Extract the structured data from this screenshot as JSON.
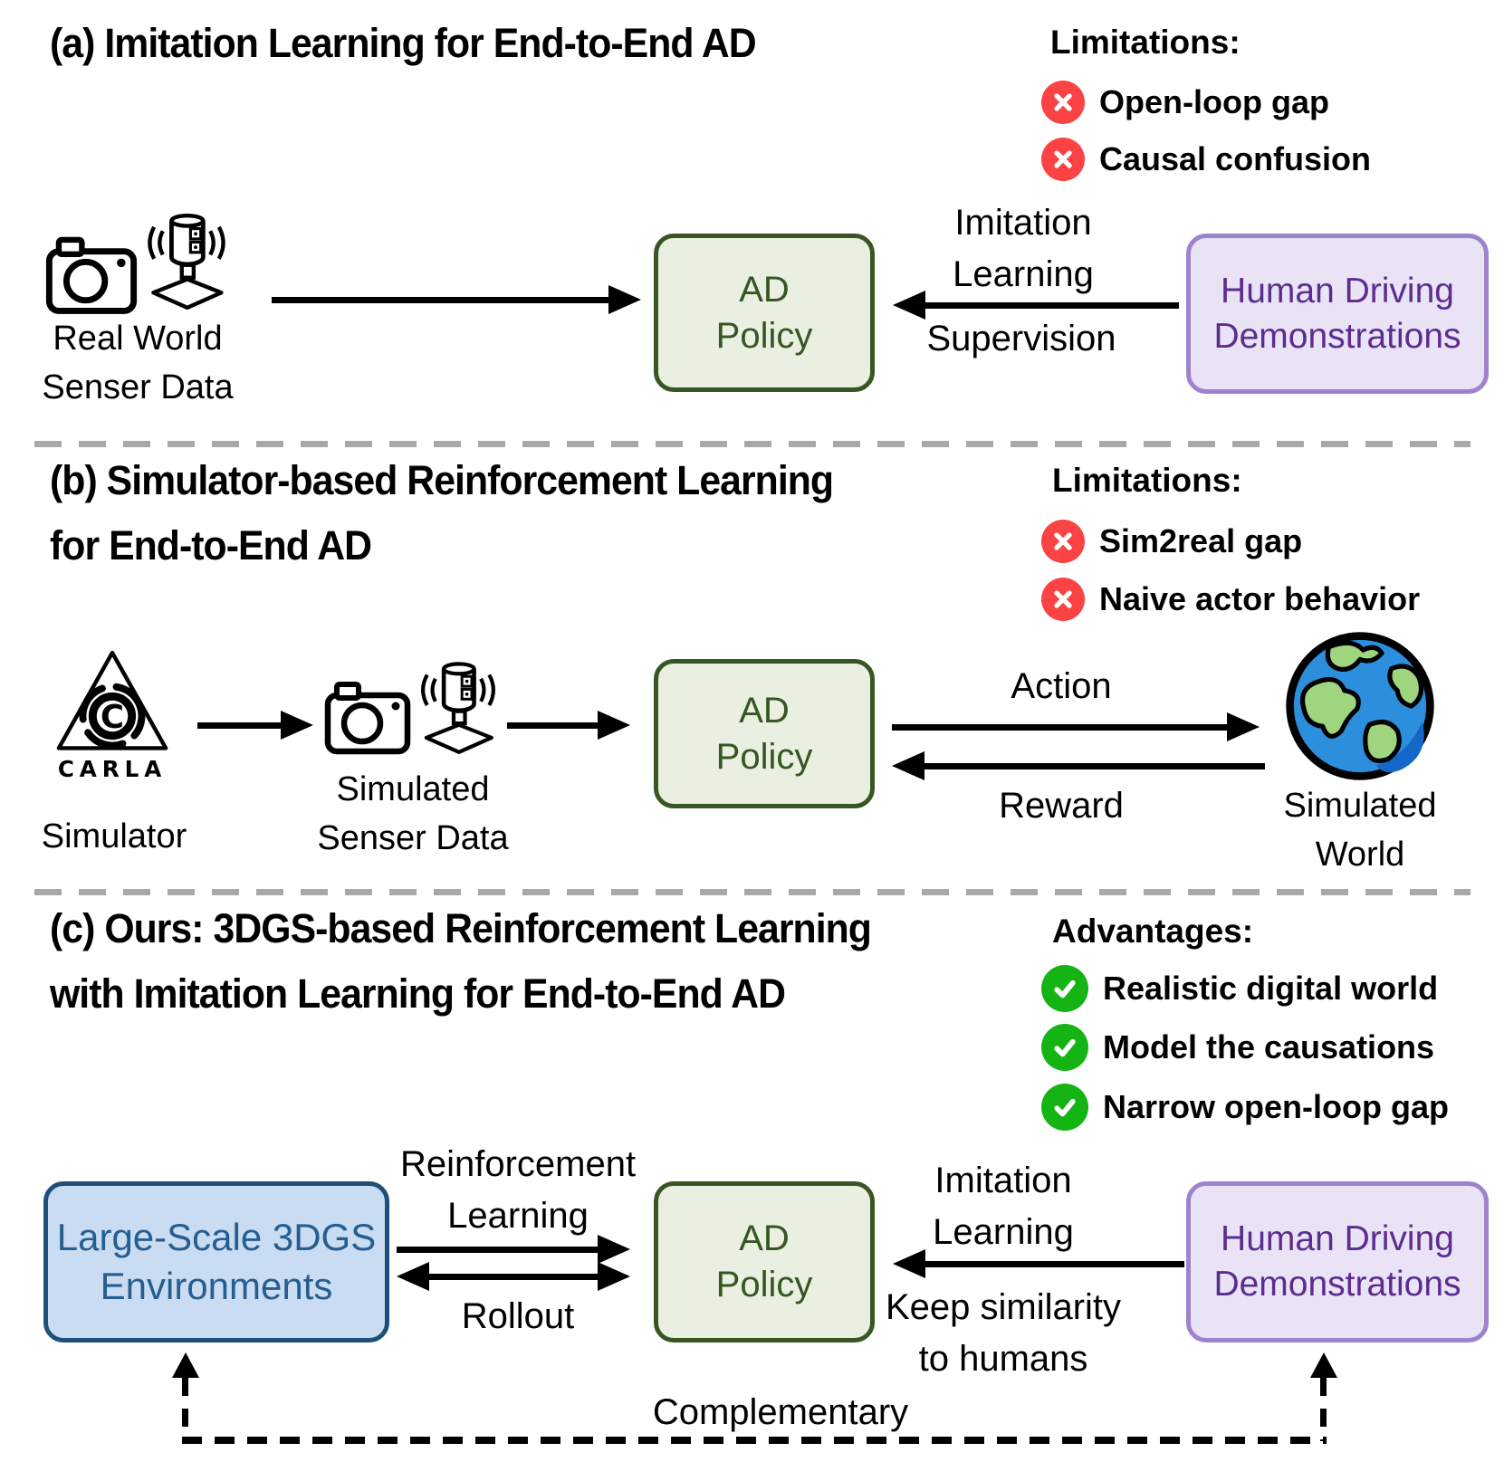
{
  "figure": {
    "type": "paper-figure-diagram",
    "complementary_label": "Complementary"
  },
  "colors": {
    "limitation_red": "#fb4343",
    "advantage_green": "#14b414",
    "ad_policy_fill": "#e9f0e1",
    "ad_policy_border": "#375623",
    "ad_policy_text": "#375623",
    "hdd_fill": "#e9e3f5",
    "hdd_border": "#9d83cd",
    "hdd_text": "#5b2d90",
    "gs_fill": "#c9dcf2",
    "gs_border": "#1f4e79",
    "gs_text": "#255e91",
    "divider_gray": "#a8a8a8",
    "globe_ocean": "#2b8fdd",
    "globe_land": "#9fd57f"
  },
  "icons": {
    "limitation": "x-circle-icon",
    "advantage": "check-circle-icon",
    "camera": "camera-icon",
    "lidar": "lidar-icon",
    "carla": "carla-logo",
    "globe": "earth-globe-icon"
  },
  "panels": {
    "a": {
      "title": "(a) Imitation Learning for End-to-End AD",
      "limitations": {
        "heading": "Limitations:",
        "items": [
          "Open-loop gap",
          "Causal confusion"
        ]
      },
      "source_label": [
        "Real World",
        "Senser Data"
      ],
      "ad_policy": [
        "AD",
        "Policy"
      ],
      "il_arrow": [
        "Imitation",
        "Learning",
        "Supervision"
      ],
      "hdd": [
        "Human Driving",
        "Demonstrations"
      ]
    },
    "b": {
      "title": [
        "(b) Simulator-based Reinforcement Learning",
        "for End-to-End AD"
      ],
      "limitations": {
        "heading": "Limitations:",
        "items": [
          "Sim2real gap",
          "Naive actor behavior"
        ]
      },
      "carla": {
        "letter": "C",
        "word": "CARLA",
        "label": "Simulator"
      },
      "sim_sensor": [
        "Simulated",
        "Senser Data"
      ],
      "ad_policy": [
        "AD",
        "Policy"
      ],
      "action": "Action",
      "reward": "Reward",
      "world": [
        "Simulated",
        "World"
      ]
    },
    "c": {
      "title": [
        "(c) Ours: 3DGS-based Reinforcement Learning",
        "with Imitation Learning for End-to-End AD"
      ],
      "advantages": {
        "heading": "Advantages:",
        "items": [
          "Realistic digital world",
          "Model the causations",
          "Narrow open-loop gap"
        ]
      },
      "gs_box": [
        "Large-Scale 3DGS",
        "Environments"
      ],
      "rl_arrow": [
        "Reinforcement",
        "Learning",
        "Rollout"
      ],
      "ad_policy": [
        "AD",
        "Policy"
      ],
      "il_arrow": [
        "Imitation",
        "Learning",
        "Keep similarity",
        "to humans"
      ],
      "hdd": [
        "Human Driving",
        "Demonstrations"
      ],
      "complementary": "Complementary"
    }
  }
}
